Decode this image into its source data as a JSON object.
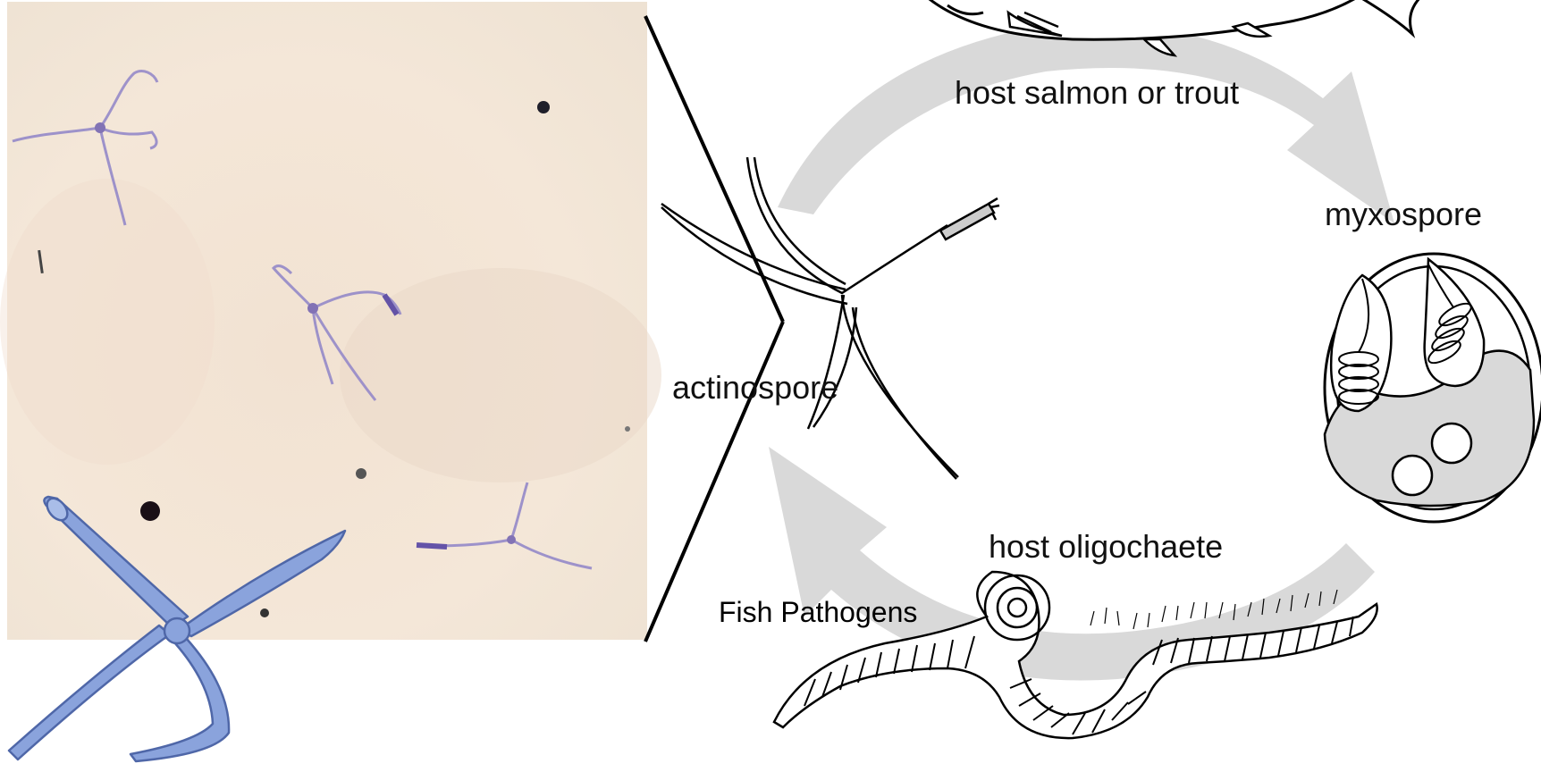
{
  "labels": {
    "host_fish": "host salmon or trout",
    "myxospore": "myxospore",
    "actinospore": "actinospore",
    "host_worm": "host oligochaete",
    "caption": "Fish Pathogens"
  },
  "colors": {
    "micrograph_background": "#f3e8da",
    "stained_spore": "#6f5fb0",
    "illustration_fill": "#8aa3dc",
    "cycle_arrow": "#d9d9d9",
    "line_art": "#000000"
  }
}
